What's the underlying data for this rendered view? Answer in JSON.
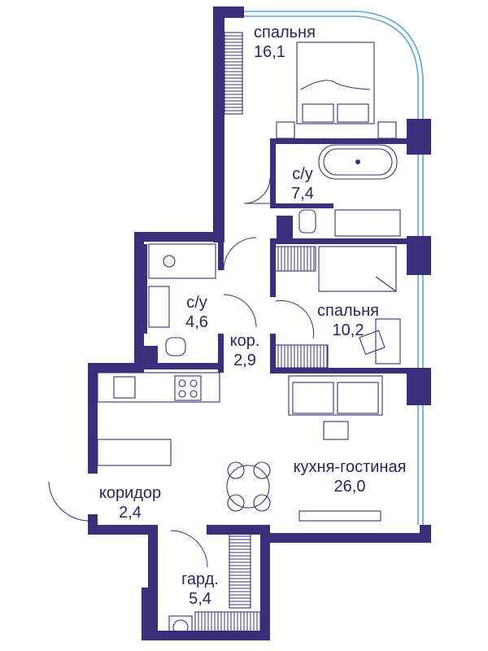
{
  "rooms": [
    {
      "id": "bedroom1",
      "name": "спальня",
      "area": "16,1"
    },
    {
      "id": "bath1",
      "name": "с/у",
      "area": "7,4"
    },
    {
      "id": "bath2",
      "name": "с/у",
      "area": "4,6"
    },
    {
      "id": "corridor-small",
      "name": "кор.",
      "area": "2,9"
    },
    {
      "id": "bedroom2",
      "name": "спальня",
      "area": "10,2"
    },
    {
      "id": "kitchen-living",
      "name": "кухня-гостиная",
      "area": "26,0"
    },
    {
      "id": "corridor",
      "name": "коридор",
      "area": "2,4"
    },
    {
      "id": "wardrobe",
      "name": "гард.",
      "area": "5,4"
    }
  ],
  "colors": {
    "walls": "#3a2f7a",
    "glazing": "#5aa9d6",
    "text": "#2c2560"
  }
}
